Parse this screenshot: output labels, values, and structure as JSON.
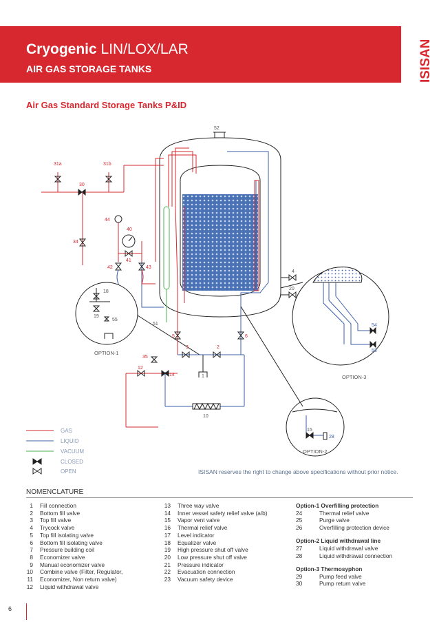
{
  "header": {
    "title_bold": "Cryogenic",
    "title_rest": "LIN/LOX/LAR",
    "subtitle": "AIR GAS STORAGE TANKS",
    "brand": "ISISAN"
  },
  "section_title": "Air Gas Standard Storage Tanks P&ID",
  "diagram": {
    "labels": {
      "l52": "52",
      "l31a": "31a",
      "l31b": "31b",
      "l30": "30",
      "l44": "44",
      "l40": "40",
      "l34": "34",
      "l41": "41",
      "l42": "42",
      "l43": "43",
      "l18": "18",
      "l19": "19",
      "l55": "55",
      "l51": "51",
      "l5": "5",
      "l6": "6",
      "l3": "3",
      "l2": "2",
      "l35": "35",
      "l12": "12",
      "l14": "14",
      "l1": "1",
      "l10": "10",
      "l4": "4",
      "l20": "20",
      "l54": "54",
      "l53": "53",
      "l15": "15",
      "l28": "28"
    },
    "options": {
      "opt1": "OPTION-1",
      "opt2": "OPTION-2",
      "opt3": "OPTION-3"
    },
    "legend": [
      {
        "label": "GAS",
        "color": "#d7282f"
      },
      {
        "label": "LIQUID",
        "color": "#3a5ea8"
      },
      {
        "label": "VACUUM",
        "color": "#4caf50"
      },
      {
        "label": "CLOSED",
        "color": "#222222"
      },
      {
        "label": "OPEN",
        "color": "#222222"
      }
    ]
  },
  "notice": "ISISAN reserves the right to change above specifications without prior notice.",
  "nomenclature": {
    "title": "NOMENCLATURE",
    "col1": [
      {
        "num": "1",
        "text": "Fill connection"
      },
      {
        "num": "2",
        "text": "Bottom fill valve"
      },
      {
        "num": "3",
        "text": "Top fill valve"
      },
      {
        "num": "4",
        "text": "Trycock valve"
      },
      {
        "num": "5",
        "text": "Top fill isolating valve"
      },
      {
        "num": "6",
        "text": "Bottom fill isolating  valve"
      },
      {
        "num": "7",
        "text": "Pressure building coil"
      },
      {
        "num": "8",
        "text": "Economizer valve"
      },
      {
        "num": "9",
        "text": "Manual economizer valve"
      },
      {
        "num": "10",
        "text": "Combine valve (Filter, Regulator,"
      },
      {
        "num": "11",
        "text": "Economizer, Non return valve)"
      },
      {
        "num": "12",
        "text": "Liquid withdrawal valve"
      }
    ],
    "col2": [
      {
        "num": "13",
        "text": "Three way valve"
      },
      {
        "num": "14",
        "text": "Inner vessel safety relief valve (a/b)"
      },
      {
        "num": "15",
        "text": "Vapor vent valve"
      },
      {
        "num": "16",
        "text": "Thermal relief valve"
      },
      {
        "num": "17",
        "text": "Level indicator"
      },
      {
        "num": "18",
        "text": "Equalizer valve"
      },
      {
        "num": "19",
        "text": "High pressure shut off valve"
      },
      {
        "num": "20",
        "text": "Low pressure shut off valve"
      },
      {
        "num": "21",
        "text": "Pressure indicator"
      },
      {
        "num": "22",
        "text": "Evacuation connection"
      },
      {
        "num": "23",
        "text": "Vacuum safety device"
      }
    ],
    "col3": {
      "g1_title": "Option-1 Overfilling protection",
      "g1": [
        {
          "num": "24",
          "text": "Thermal relief valve"
        },
        {
          "num": "25",
          "text": "Purge valve"
        },
        {
          "num": "26",
          "text": "Overfilling protection device"
        }
      ],
      "g2_title": "Option-2 Liquid withdrawal line",
      "g2": [
        {
          "num": "27",
          "text": "Liquid withdrawal valve"
        },
        {
          "num": "28",
          "text": "Liquid withdrawal connection"
        }
      ],
      "g3_title": "Option-3 Thermosyphon",
      "g3": [
        {
          "num": "29",
          "text": "Pump feed valve"
        },
        {
          "num": "30",
          "text": "Pump return valve"
        }
      ]
    }
  },
  "page_number": "6"
}
